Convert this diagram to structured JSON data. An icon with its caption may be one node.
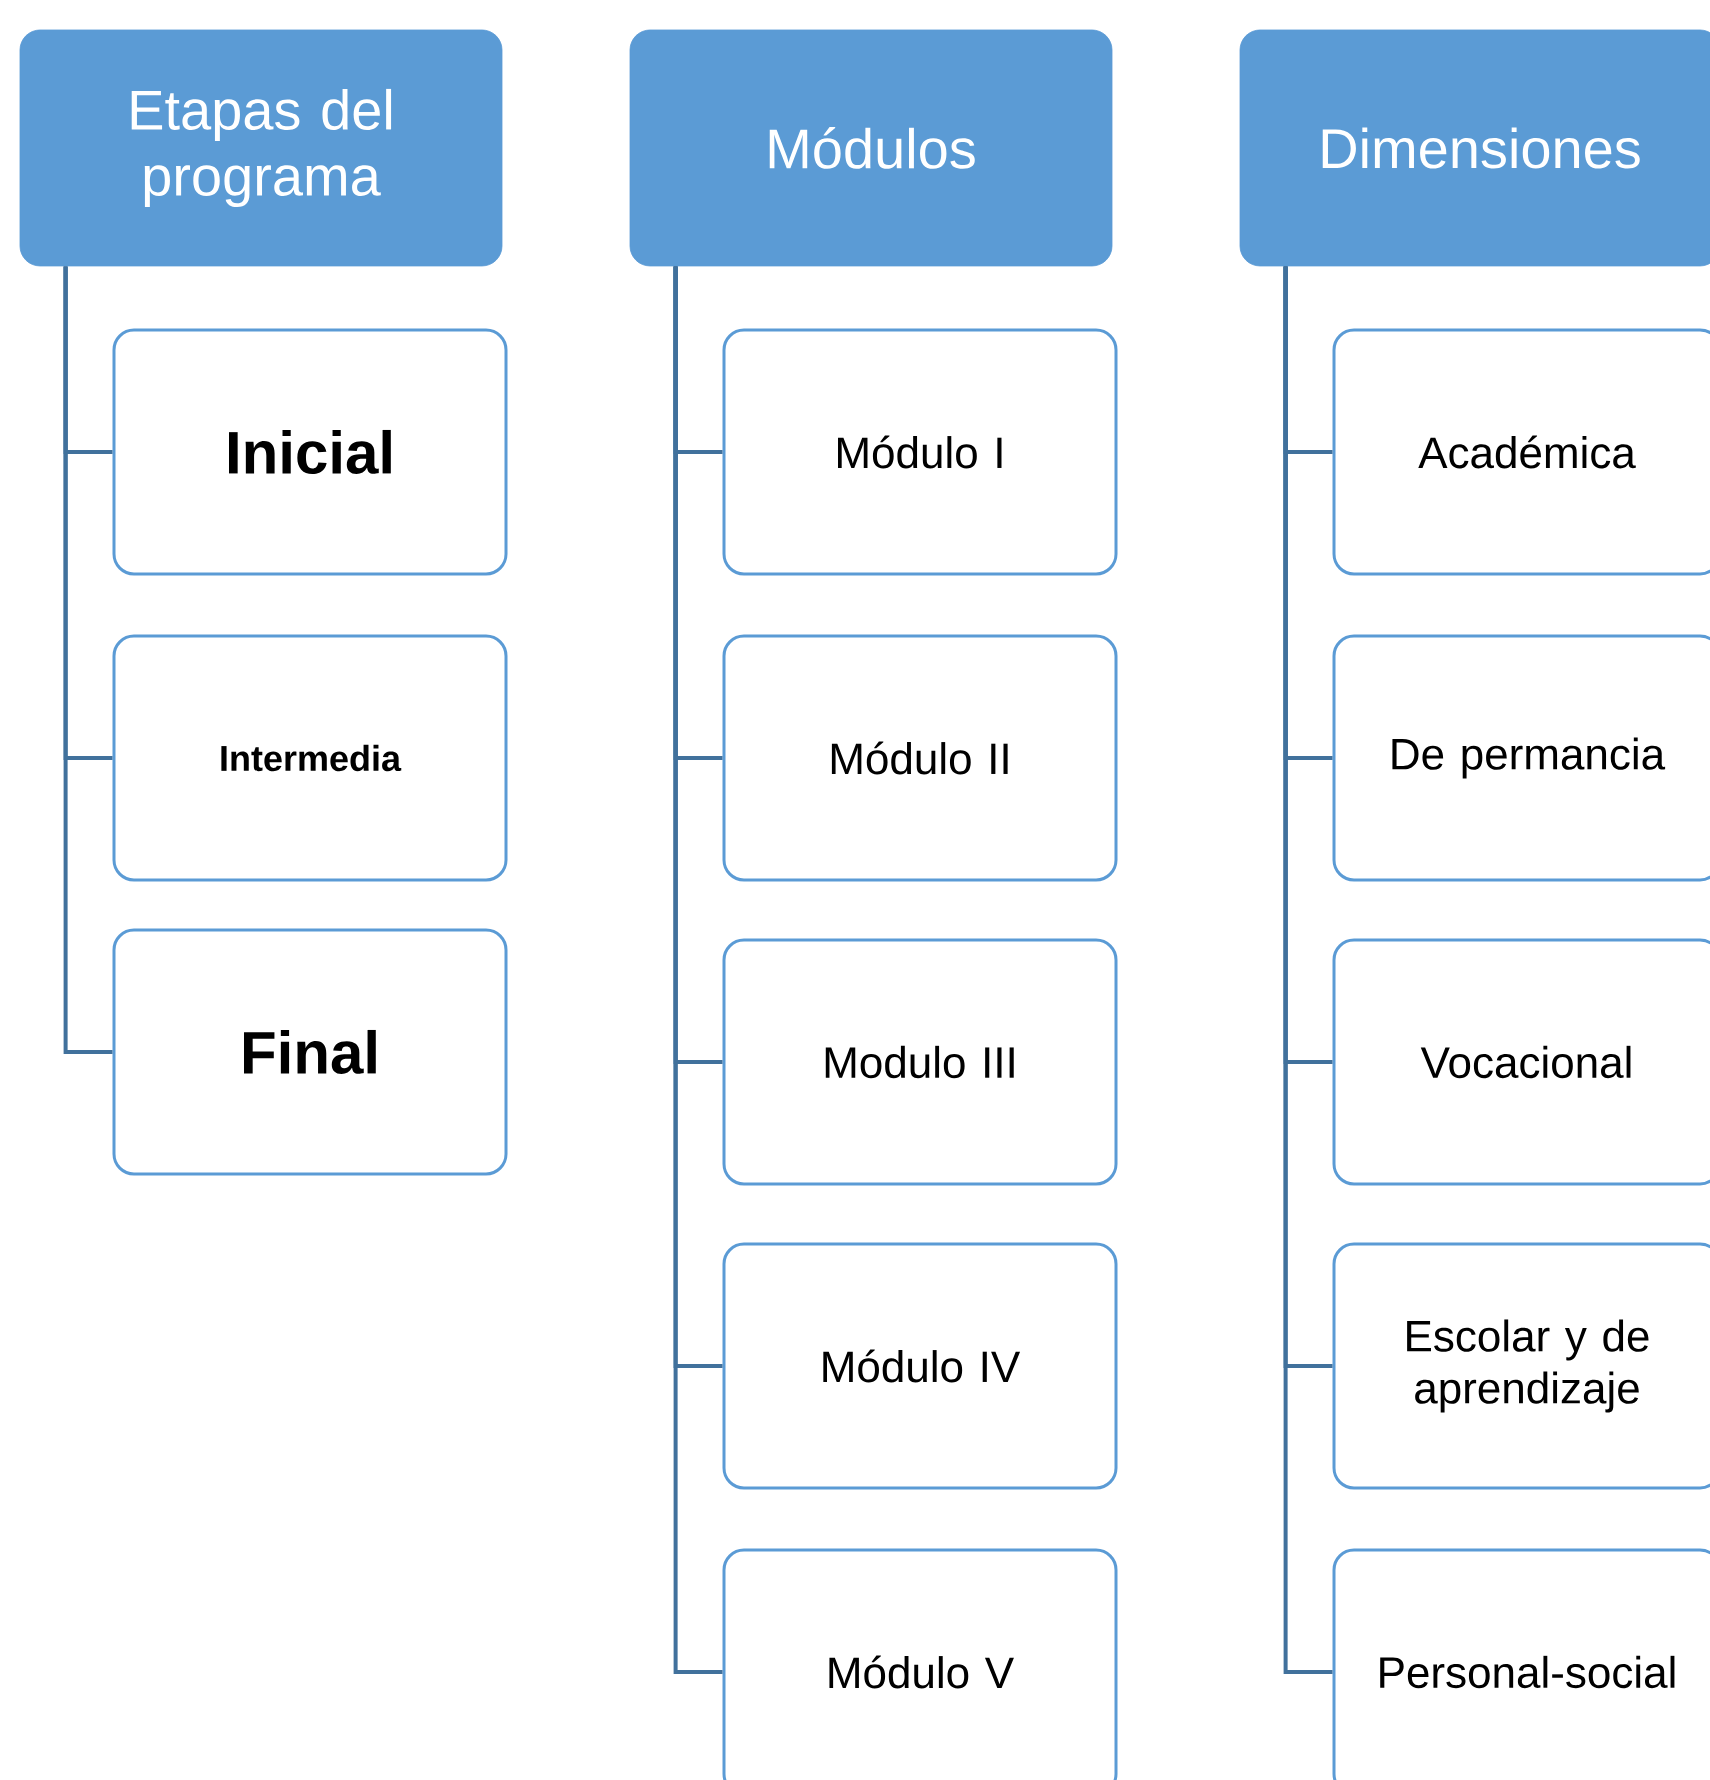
{
  "diagram": {
    "nodes": [
      {
        "text": [
          "Etapas del programa"
        ]
      },
      {
        "text": [
          "Inicial"
        ]
      },
      {
        "text": [
          "Intermedia"
        ]
      },
      {
        "text": [
          "Final"
        ]
      },
      {
        "text": [
          "Módulos"
        ]
      },
      {
        "text": [
          "Módulo I"
        ]
      },
      {
        "text": [
          "Módulo II"
        ]
      },
      {
        "text": [
          "Modulo III"
        ]
      },
      {
        "text": [
          "Módulo IV"
        ]
      },
      {
        "text": [
          "Módulo V"
        ]
      },
      {
        "text": [
          "Dimensiones"
        ]
      },
      {
        "text": [
          "Académica"
        ]
      },
      {
        "text": [
          "De permancia"
        ]
      },
      {
        "text": [
          "Vocacional"
        ]
      },
      {
        "text": [
          "Escolar y de aprendizaje"
        ]
      },
      {
        "text": [
          "Personal-social"
        ]
      }
    ],
    "edges": [
      {
        "from": 0,
        "to": 1,
        "arrow": "none"
      },
      {
        "from": 0,
        "to": 2,
        "arrow": "none"
      },
      {
        "from": 0,
        "to": 3,
        "arrow": "none"
      },
      {
        "from": 4,
        "to": 5,
        "arrow": "none"
      },
      {
        "from": 4,
        "to": 6,
        "arrow": "none"
      },
      {
        "from": 4,
        "to": 7,
        "arrow": "none"
      },
      {
        "from": 4,
        "to": 8,
        "arrow": "none"
      },
      {
        "from": 4,
        "to": 9,
        "arrow": "none"
      },
      {
        "from": 10,
        "to": 11,
        "arrow": "none"
      },
      {
        "from": 10,
        "to": 12,
        "arrow": "none"
      },
      {
        "from": 10,
        "to": 13,
        "arrow": "none"
      },
      {
        "from": 10,
        "to": 14,
        "arrow": "none"
      },
      {
        "from": 10,
        "to": 15,
        "arrow": "none"
      }
    ]
  }
}
